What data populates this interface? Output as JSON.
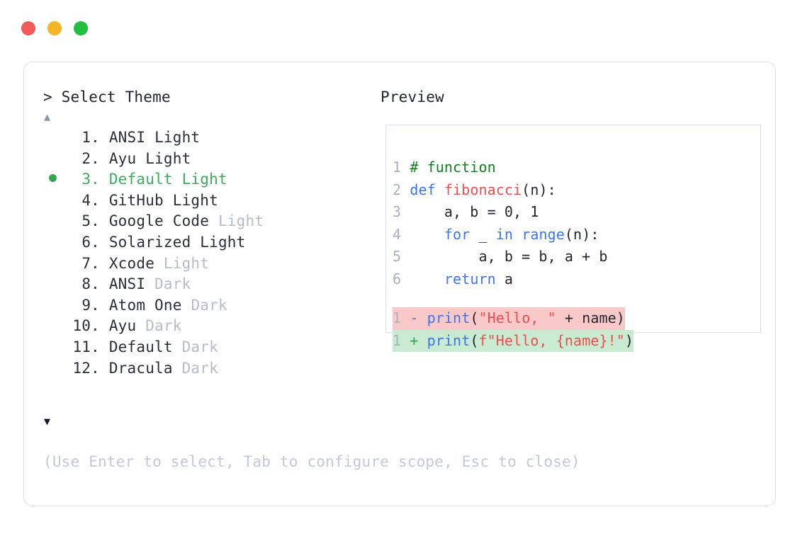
{
  "window": {
    "traffic_lights": [
      {
        "name": "close",
        "color": "#f4595a"
      },
      {
        "name": "minimize",
        "color": "#f5b525"
      },
      {
        "name": "maximize",
        "color": "#23bf3c"
      }
    ]
  },
  "left_pane": {
    "prompt": "> Select Theme",
    "scroll_up_icon": "▲",
    "scroll_down_icon": "▼",
    "selected_marker": "●",
    "selected_index": 3,
    "items": [
      {
        "number": "1.",
        "name": "ANSI",
        "variant": "Light",
        "variant_muted": false,
        "selected": false
      },
      {
        "number": "2.",
        "name": "Ayu",
        "variant": "Light",
        "variant_muted": false,
        "selected": false
      },
      {
        "number": "3.",
        "name": "Default",
        "variant": "Light",
        "variant_muted": false,
        "selected": true
      },
      {
        "number": "4.",
        "name": "GitHub",
        "variant": "Light",
        "variant_muted": false,
        "selected": false
      },
      {
        "number": "5.",
        "name": "Google Code",
        "variant": "Light",
        "variant_muted": true,
        "selected": false
      },
      {
        "number": "6.",
        "name": "Solarized",
        "variant": "Light",
        "variant_muted": false,
        "selected": false
      },
      {
        "number": "7.",
        "name": "Xcode",
        "variant": "Light",
        "variant_muted": true,
        "selected": false
      },
      {
        "number": "8.",
        "name": "ANSI",
        "variant": "Dark",
        "variant_muted": true,
        "selected": false
      },
      {
        "number": "9.",
        "name": "Atom One",
        "variant": "Dark",
        "variant_muted": true,
        "selected": false
      },
      {
        "number": "10.",
        "name": "Ayu",
        "variant": "Dark",
        "variant_muted": true,
        "selected": false
      },
      {
        "number": "11.",
        "name": "Default",
        "variant": "Dark",
        "variant_muted": true,
        "selected": false
      },
      {
        "number": "12.",
        "name": "Dracula",
        "variant": "Dark",
        "variant_muted": true,
        "selected": false
      }
    ]
  },
  "right_pane": {
    "label": "Preview",
    "code_lines": [
      {
        "lineno": "1",
        "tokens": [
          {
            "t": "# function",
            "k": "com"
          }
        ]
      },
      {
        "lineno": "2",
        "tokens": [
          {
            "t": "def ",
            "k": "kw"
          },
          {
            "t": "fibonacci",
            "k": "fn"
          },
          {
            "t": "(n):",
            "k": "txt"
          }
        ]
      },
      {
        "lineno": "3",
        "tokens": [
          {
            "t": "    a, b = 0, 1",
            "k": "txt"
          }
        ]
      },
      {
        "lineno": "4",
        "tokens": [
          {
            "t": "    ",
            "k": "txt"
          },
          {
            "t": "for",
            "k": "kw"
          },
          {
            "t": " _ ",
            "k": "txt"
          },
          {
            "t": "in range",
            "k": "kw"
          },
          {
            "t": "(n):",
            "k": "txt"
          }
        ]
      },
      {
        "lineno": "5",
        "tokens": [
          {
            "t": "        a, b = b, a + b",
            "k": "txt"
          }
        ]
      },
      {
        "lineno": "6",
        "tokens": [
          {
            "t": "    ",
            "k": "txt"
          },
          {
            "t": "return",
            "k": "kw"
          },
          {
            "t": " a",
            "k": "txt"
          }
        ]
      }
    ],
    "diff_lines": [
      {
        "lineno": "1",
        "sign": "-",
        "kind": "del",
        "tokens": [
          {
            "t": "print",
            "k": "kw"
          },
          {
            "t": "(",
            "k": "txt"
          },
          {
            "t": "\"Hello, \"",
            "k": "str"
          },
          {
            "t": " + name)",
            "k": "txt"
          }
        ]
      },
      {
        "lineno": "1",
        "sign": "+",
        "kind": "add",
        "tokens": [
          {
            "t": "print",
            "k": "kw"
          },
          {
            "t": "(",
            "k": "txt"
          },
          {
            "t": "f\"Hello, {name}!\"",
            "k": "str"
          },
          {
            "t": ")",
            "k": "txt"
          }
        ]
      }
    ]
  },
  "footer": {
    "hint": "(Use Enter to select, Tab to configure scope, Esc to close)"
  },
  "colors": {
    "accent_green": "#2fa84f",
    "muted": "#b6bcca",
    "hint": "#c3c8da",
    "keyword": "#3d74ef",
    "string": "#ee4e4e",
    "comment": "#11801c",
    "diff_del_bg": "#f9c9c9",
    "diff_add_bg": "#c9ebd2",
    "border": "#dde0e8"
  }
}
